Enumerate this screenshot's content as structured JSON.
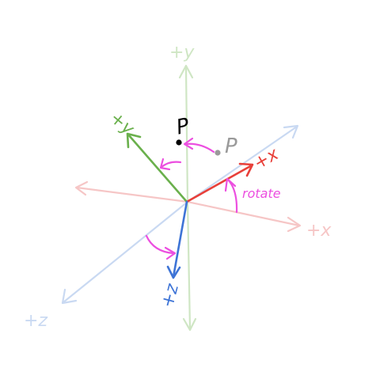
{
  "colors": {
    "old_x": "#f6c6c6",
    "old_y": "#cfe6c4",
    "old_z": "#c9d9f2",
    "new_x": "#e8403a",
    "new_y": "#6ab04c",
    "new_z": "#3e74d6",
    "rotation": "#ec4fe0",
    "point_old": "#9a9a9a",
    "point_new": "#000000"
  },
  "labels": {
    "old_y": "+y",
    "old_x": "+x",
    "old_z": "+z",
    "new_y": "+y",
    "new_x": "+x",
    "new_z": "+z",
    "point_old": "P",
    "point_new": "P",
    "rotate": "rotate"
  }
}
